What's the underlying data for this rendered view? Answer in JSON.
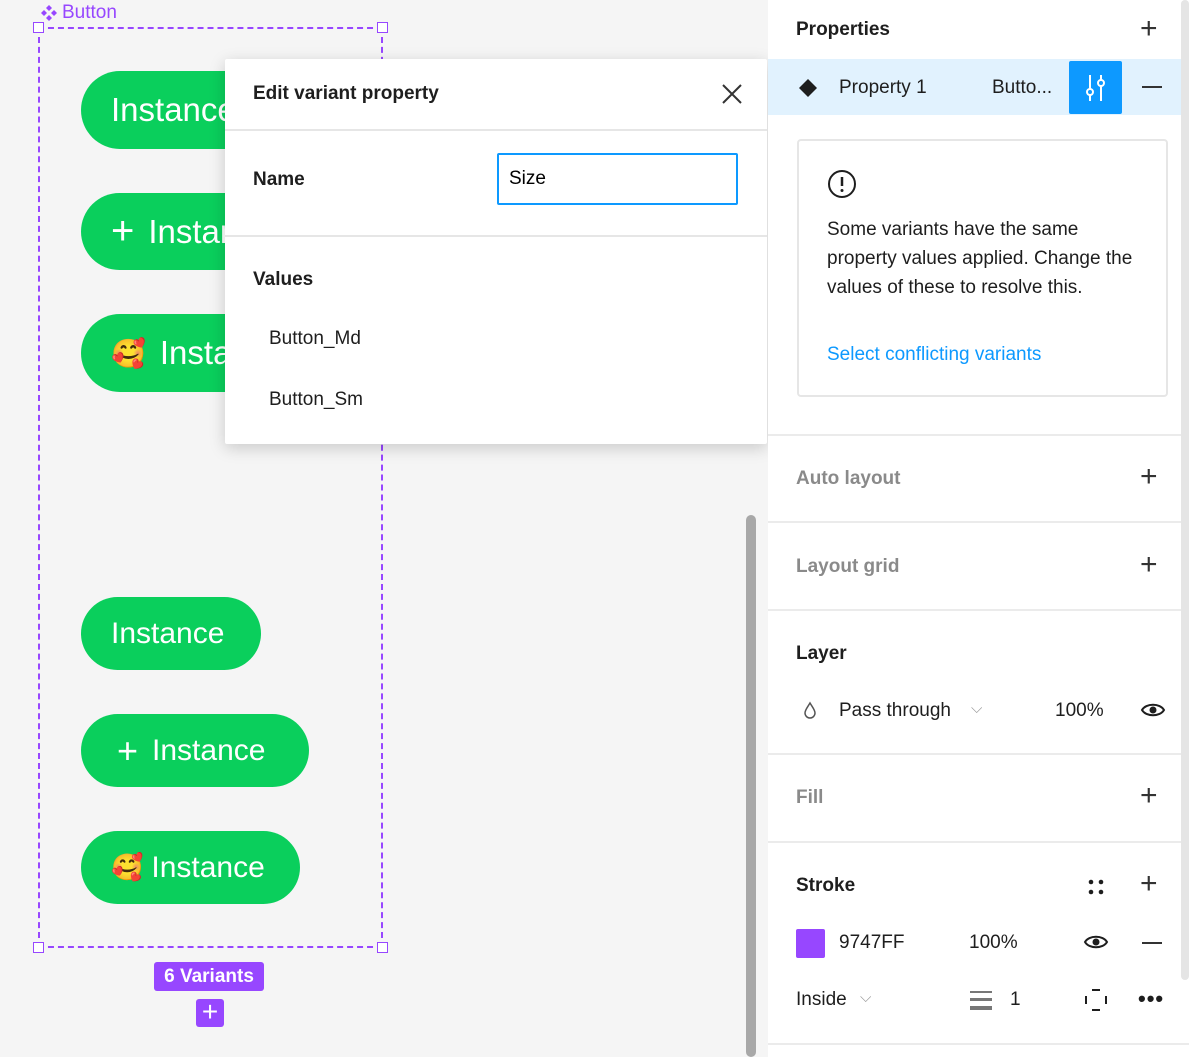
{
  "canvas": {
    "frame_label": "Button",
    "variants_badge": "6 Variants",
    "add_variant": "+",
    "buttons": [
      {
        "label": "Instance",
        "icon": ""
      },
      {
        "label": "Instance",
        "icon": "plus-icon"
      },
      {
        "label": "Instance",
        "icon": "smiling-face-with-hearts-emoji"
      },
      {
        "label": "Instance",
        "icon": ""
      },
      {
        "label": "Instance",
        "icon": "plus-icon"
      },
      {
        "label": "Instance",
        "icon": "smiling-face-with-hearts-emoji"
      }
    ],
    "emoji": "🥰",
    "frame_color": "#9747FF",
    "button_color": "#0ACF5C"
  },
  "dialog": {
    "title": "Edit variant property",
    "name_label": "Name",
    "name_value": "Size",
    "values_label": "Values",
    "values": [
      "Button_Md",
      "Button_Sm"
    ]
  },
  "panel": {
    "properties": {
      "title": "Properties",
      "row": {
        "name": "Property 1",
        "value": "Butto..."
      }
    },
    "warning": {
      "text": "Some variants have the same property values applied. Change the values of these to resolve this.",
      "link": "Select conflicting variants"
    },
    "auto_layout": "Auto layout",
    "layout_grid": "Layout grid",
    "layer": {
      "title": "Layer",
      "blend": "Pass through",
      "opacity": "100%"
    },
    "fill": "Fill",
    "stroke": {
      "title": "Stroke",
      "color": "9747FF",
      "swatch": "#9747FF",
      "opacity": "100%",
      "position": "Inside",
      "weight": "1"
    }
  }
}
